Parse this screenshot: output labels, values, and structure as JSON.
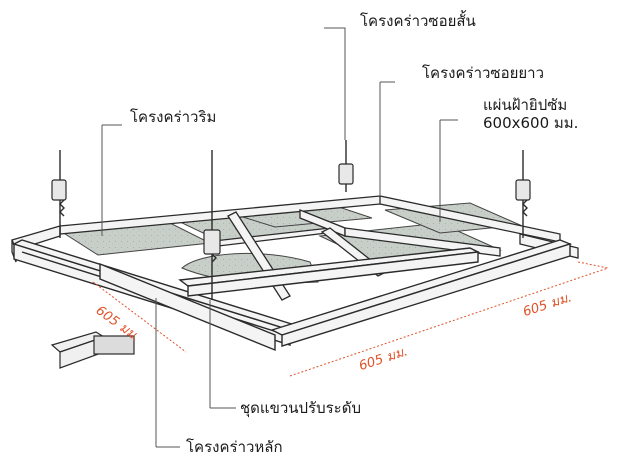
{
  "labels": {
    "short_cross_tee": "โครงคร่าวซอยสั้น",
    "long_cross_tee": "โครงคร่าวซอยยาว",
    "wall_angle": "โครงคร่าวริม",
    "gypsum_board_line1": "แผ่นฝ้ายิปซัม",
    "gypsum_board_line2": "600x600 มม.",
    "hanger_set": "ชุดแขวนปรับระดับ",
    "main_runner": "โครงคร่าวหลัก"
  },
  "dimensions": {
    "left": "605 มม.",
    "front": "605 มม.",
    "right": "605 มม."
  },
  "colors": {
    "line": "#2b2b2b",
    "leader": "#555555",
    "panel_fill": "#c8cfc9",
    "rail_fill": "#f4f4f4",
    "dimension": "#e0532a"
  }
}
